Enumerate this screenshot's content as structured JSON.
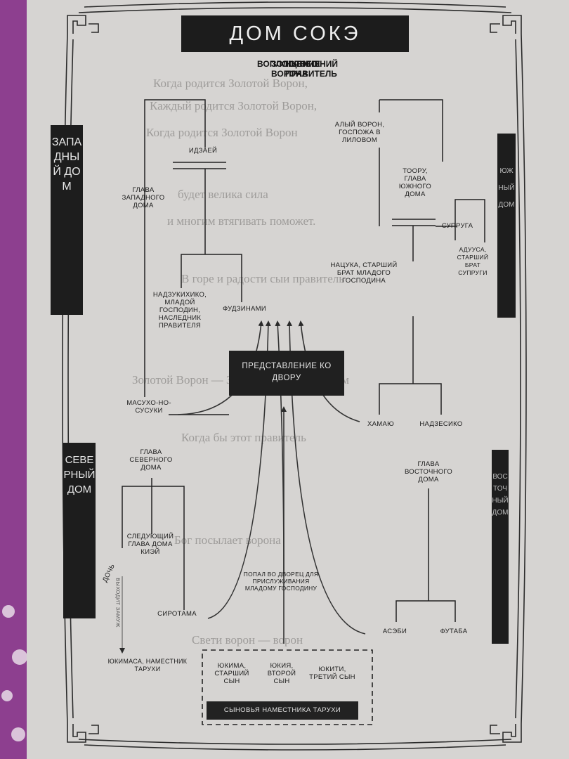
{
  "title": "ДОМ СОКЭ",
  "houses": {
    "west": "ЗАПАДНЫЙ ДОМ",
    "north": "СЕВЕРНЫЙ ДОМ",
    "south": "ЮЖНЫЙ ДОМ",
    "east": "ВОСТОЧНЫЙ ДОМ"
  },
  "vertical_titles": {
    "incarnation": "ВОПЛОЩЕНИЕ",
    "golden_crow": "ЗОЛОТОГО ВОРОНА",
    "ruler": "НЫНЕШНИЙ ПРАВИТЕЛЬ"
  },
  "people": {
    "idzaei": "ИДЗАЕЙ",
    "west_head": "ГЛАВА ЗАПАДНОГО ДОМА",
    "scarlet_crow": "АЛЫЙ ВОРОН, ГОСПОЖА В ЛИЛОВОМ",
    "tooru": "ТООРУ, ГЛАВА ЮЖНОГО ДОМА",
    "spouse": "СУПРУГА",
    "aduusa": "АДУУСА, СТАРШИЙ БРАТ СУПРУГИ",
    "natsuka": "НАЦУКА, СТАРШИЙ БРАТ МЛАДОГО ГОСПОДИНА",
    "nadzukihiko": "НАДЗУКИХИКО, МЛАДОЙ ГОСПОДИН, НАСЛЕДНИК ПРАВИТЕЛЯ",
    "fudzinami": "ФУДЗИНАМИ",
    "masuho": "МАСУХО-НО-СУСУКИ",
    "hamayu": "ХАМАЮ",
    "nadzesiko": "НАДЗЕСИКО",
    "north_head": "ГЛАВА СЕВЕРНОГО ДОМА",
    "east_head": "ГЛАВА ВОСТОЧНОГО ДОМА",
    "next_north_head": "СЛЕДУЮЩИЙ ГЛАВА ДОМА КИЭЙ",
    "daughter": "ДОЧЬ",
    "married": "ВЫХОДИТ ЗАМУЖ",
    "siroyama": "СИРОТАМА",
    "asebi": "АСЭБИ",
    "futaba": "ФУТАБА",
    "yukimasa": "ЮКИМАСА, НАМЕСТНИК ТАРУХИ",
    "to_court": "ПОПАЛ ВО ДВОРЕЦ ДЛЯ ПРИСЛУЖИВАНИЯ МЛАДОМУ ГОСПОДИНУ",
    "yukima": "ЮКИМА, СТАРШИЙ СЫН",
    "yukiya": "ЮКИЯ, ВТОРОЙ СЫН",
    "yukiti": "ЮКИТИ, ТРЕТИЙ СЫН"
  },
  "boxes": {
    "presentation": "ПРЕДСТАВЛЕНИЕ КО ДВОРУ",
    "sons": "СЫНОВЬЯ НАМЕСТНИКА ТАРУХИ"
  },
  "background_text": [
    "Когда родится Золотой Ворон,",
    "Каждый родится Золотой Ворон,",
    "Когда родится Золотой Ворон",
    "будет велика сила",
    "и многим втягивать поможет.",
    "В горе и радости сыи правитель",
    "Золотой Ворон — Золотой Ворон, етиском",
    "Когда бы этот правитель",
    "Бог посылает ворона",
    "Свети ворон — ворон"
  ]
}
